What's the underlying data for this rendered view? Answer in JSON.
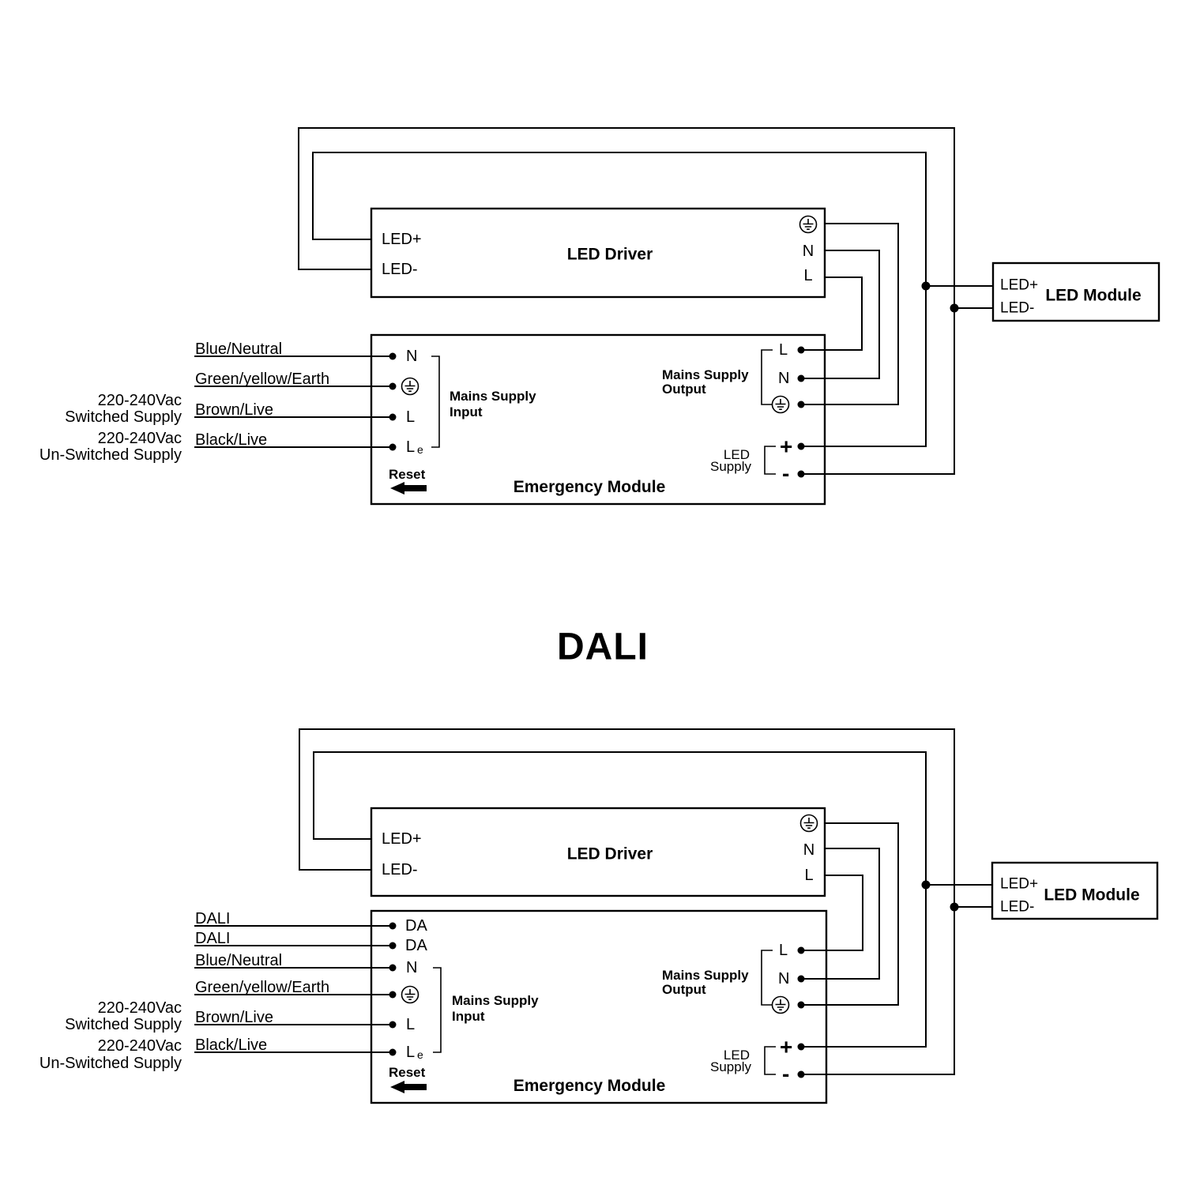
{
  "page": {
    "background": "#ffffff",
    "line_color": "#000000"
  },
  "title": {
    "dali": "DALI"
  },
  "boxes": {
    "led_driver": "LED Driver",
    "emergency_module": "Emergency Module",
    "led_module": "LED Module"
  },
  "terminals": {
    "led_plus": "LED+",
    "led_minus": "LED-",
    "n": "N",
    "l": "L",
    "le_main": "L",
    "le_sub": "e",
    "da": "DA",
    "plus": "+",
    "minus": "-"
  },
  "annotations": {
    "mains_supply": "Mains Supply",
    "input": "Input",
    "output": "Output",
    "led": "LED",
    "supply": "Supply",
    "reset": "Reset"
  },
  "wire_labels": {
    "dali": "DALI",
    "blue_neutral": "Blue/Neutral",
    "green_yellow_earth": "Green/yellow/Earth",
    "brown_live": "Brown/Live",
    "black_live": "Black/Live",
    "v220_switched_1": "220-240Vac",
    "v220_switched_2": "Switched Supply",
    "v220_unswitched_1": "220-240Vac",
    "v220_unswitched_2": "Un-Switched Supply"
  }
}
